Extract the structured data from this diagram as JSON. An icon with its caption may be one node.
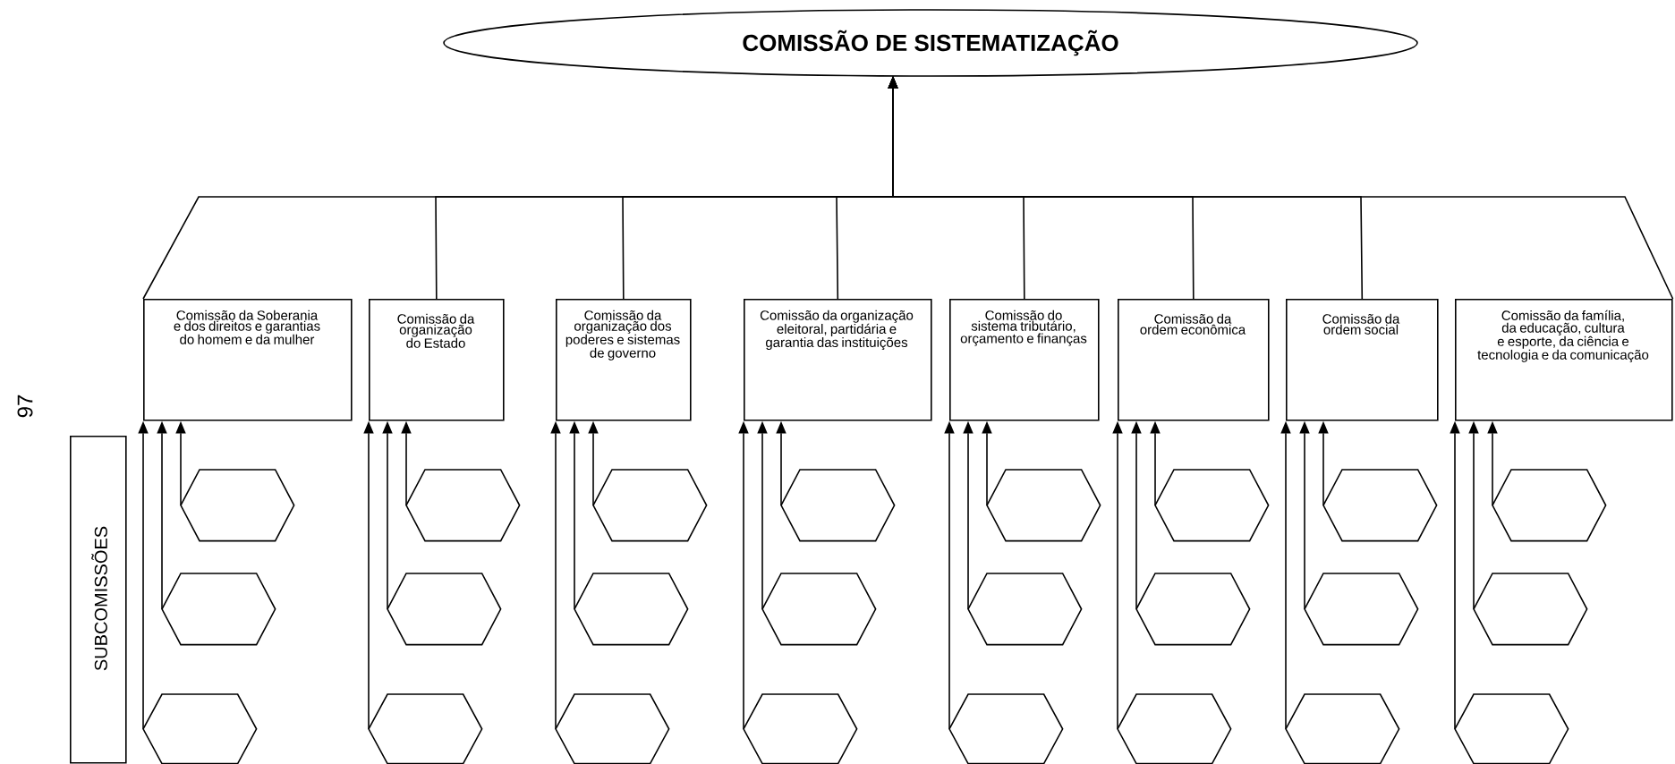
{
  "diagram": {
    "nodes": [
      {
        "text": [
          "COMISSÃO DE SISTEMATIZAÇÃO"
        ]
      },
      {
        "text": [
          "Comissão da Soberania e dos direitos e garantias do homem e da mulher"
        ]
      },
      {
        "text": [
          "Comissão da organização do Estado"
        ]
      },
      {
        "text": [
          "Comissão da organização dos poderes e sistemas de governo"
        ]
      },
      {
        "text": [
          "Comissão da organização eleitoral, partidária e garantia das instituições"
        ]
      },
      {
        "text": [
          "Comissão do sistema tributário, orçamento e finanças"
        ]
      },
      {
        "text": [
          "Comissão da ordem econômica"
        ]
      },
      {
        "text": [
          "Comissão da ordem social"
        ]
      },
      {
        "text": [
          "Comissão da família, da educação, cultura e esporte, da ciência e tecnologia e da comunicação"
        ]
      },
      {
        "text": [],
        "shape": "hexagon"
      },
      {
        "text": [],
        "shape": "hexagon"
      },
      {
        "text": [],
        "shape": "hexagon"
      },
      {
        "text": [],
        "shape": "hexagon"
      },
      {
        "text": [],
        "shape": "hexagon"
      },
      {
        "text": [],
        "shape": "hexagon"
      },
      {
        "text": [],
        "shape": "hexagon"
      },
      {
        "text": [],
        "shape": "hexagon"
      },
      {
        "text": [],
        "shape": "hexagon"
      },
      {
        "text": [],
        "shape": "hexagon"
      },
      {
        "text": [],
        "shape": "hexagon"
      },
      {
        "text": [],
        "shape": "hexagon"
      },
      {
        "text": [],
        "shape": "hexagon"
      },
      {
        "text": [],
        "shape": "hexagon"
      },
      {
        "text": [],
        "shape": "hexagon"
      },
      {
        "text": [],
        "shape": "hexagon"
      },
      {
        "text": [],
        "shape": "hexagon"
      },
      {
        "text": [],
        "shape": "hexagon"
      },
      {
        "text": [],
        "shape": "hexagon"
      },
      {
        "text": [],
        "shape": "hexagon"
      },
      {
        "text": [],
        "shape": "hexagon"
      },
      {
        "text": [],
        "shape": "hexagon"
      },
      {
        "text": [],
        "shape": "hexagon"
      },
      {
        "text": [],
        "shape": "hexagon"
      },
      {
        "text": [
          "SUBCOMISSÕES"
        ]
      }
    ],
    "edges": [
      {
        "from": 1,
        "to": 0,
        "arrow": "to"
      },
      {
        "from": 2,
        "to": 0,
        "arrow": "to"
      },
      {
        "from": 3,
        "to": 0,
        "arrow": "to"
      },
      {
        "from": 4,
        "to": 0,
        "arrow": "to"
      },
      {
        "from": 5,
        "to": 0,
        "arrow": "to"
      },
      {
        "from": 6,
        "to": 0,
        "arrow": "to"
      },
      {
        "from": 7,
        "to": 0,
        "arrow": "to"
      },
      {
        "from": 8,
        "to": 0,
        "arrow": "to"
      },
      {
        "from": 9,
        "to": 1,
        "arrow": "to"
      },
      {
        "from": 10,
        "to": 1,
        "arrow": "to"
      },
      {
        "from": 11,
        "to": 1,
        "arrow": "to"
      },
      {
        "from": 12,
        "to": 2,
        "arrow": "to"
      },
      {
        "from": 13,
        "to": 2,
        "arrow": "to"
      },
      {
        "from": 14,
        "to": 2,
        "arrow": "to"
      },
      {
        "from": 15,
        "to": 3,
        "arrow": "to"
      },
      {
        "from": 16,
        "to": 3,
        "arrow": "to"
      },
      {
        "from": 17,
        "to": 3,
        "arrow": "to"
      },
      {
        "from": 18,
        "to": 4,
        "arrow": "to"
      },
      {
        "from": 19,
        "to": 4,
        "arrow": "to"
      },
      {
        "from": 20,
        "to": 4,
        "arrow": "to"
      },
      {
        "from": 21,
        "to": 5,
        "arrow": "to"
      },
      {
        "from": 22,
        "to": 5,
        "arrow": "to"
      },
      {
        "from": 23,
        "to": 5,
        "arrow": "to"
      },
      {
        "from": 24,
        "to": 6,
        "arrow": "to"
      },
      {
        "from": 25,
        "to": 6,
        "arrow": "to"
      },
      {
        "from": 26,
        "to": 6,
        "arrow": "to"
      },
      {
        "from": 27,
        "to": 7,
        "arrow": "to"
      },
      {
        "from": 28,
        "to": 7,
        "arrow": "to"
      },
      {
        "from": 29,
        "to": 7,
        "arrow": "to"
      },
      {
        "from": 30,
        "to": 8,
        "arrow": "to"
      },
      {
        "from": 31,
        "to": 8,
        "arrow": "to"
      },
      {
        "from": 32,
        "to": 8,
        "arrow": "to"
      }
    ],
    "labels": [
      "97"
    ]
  }
}
